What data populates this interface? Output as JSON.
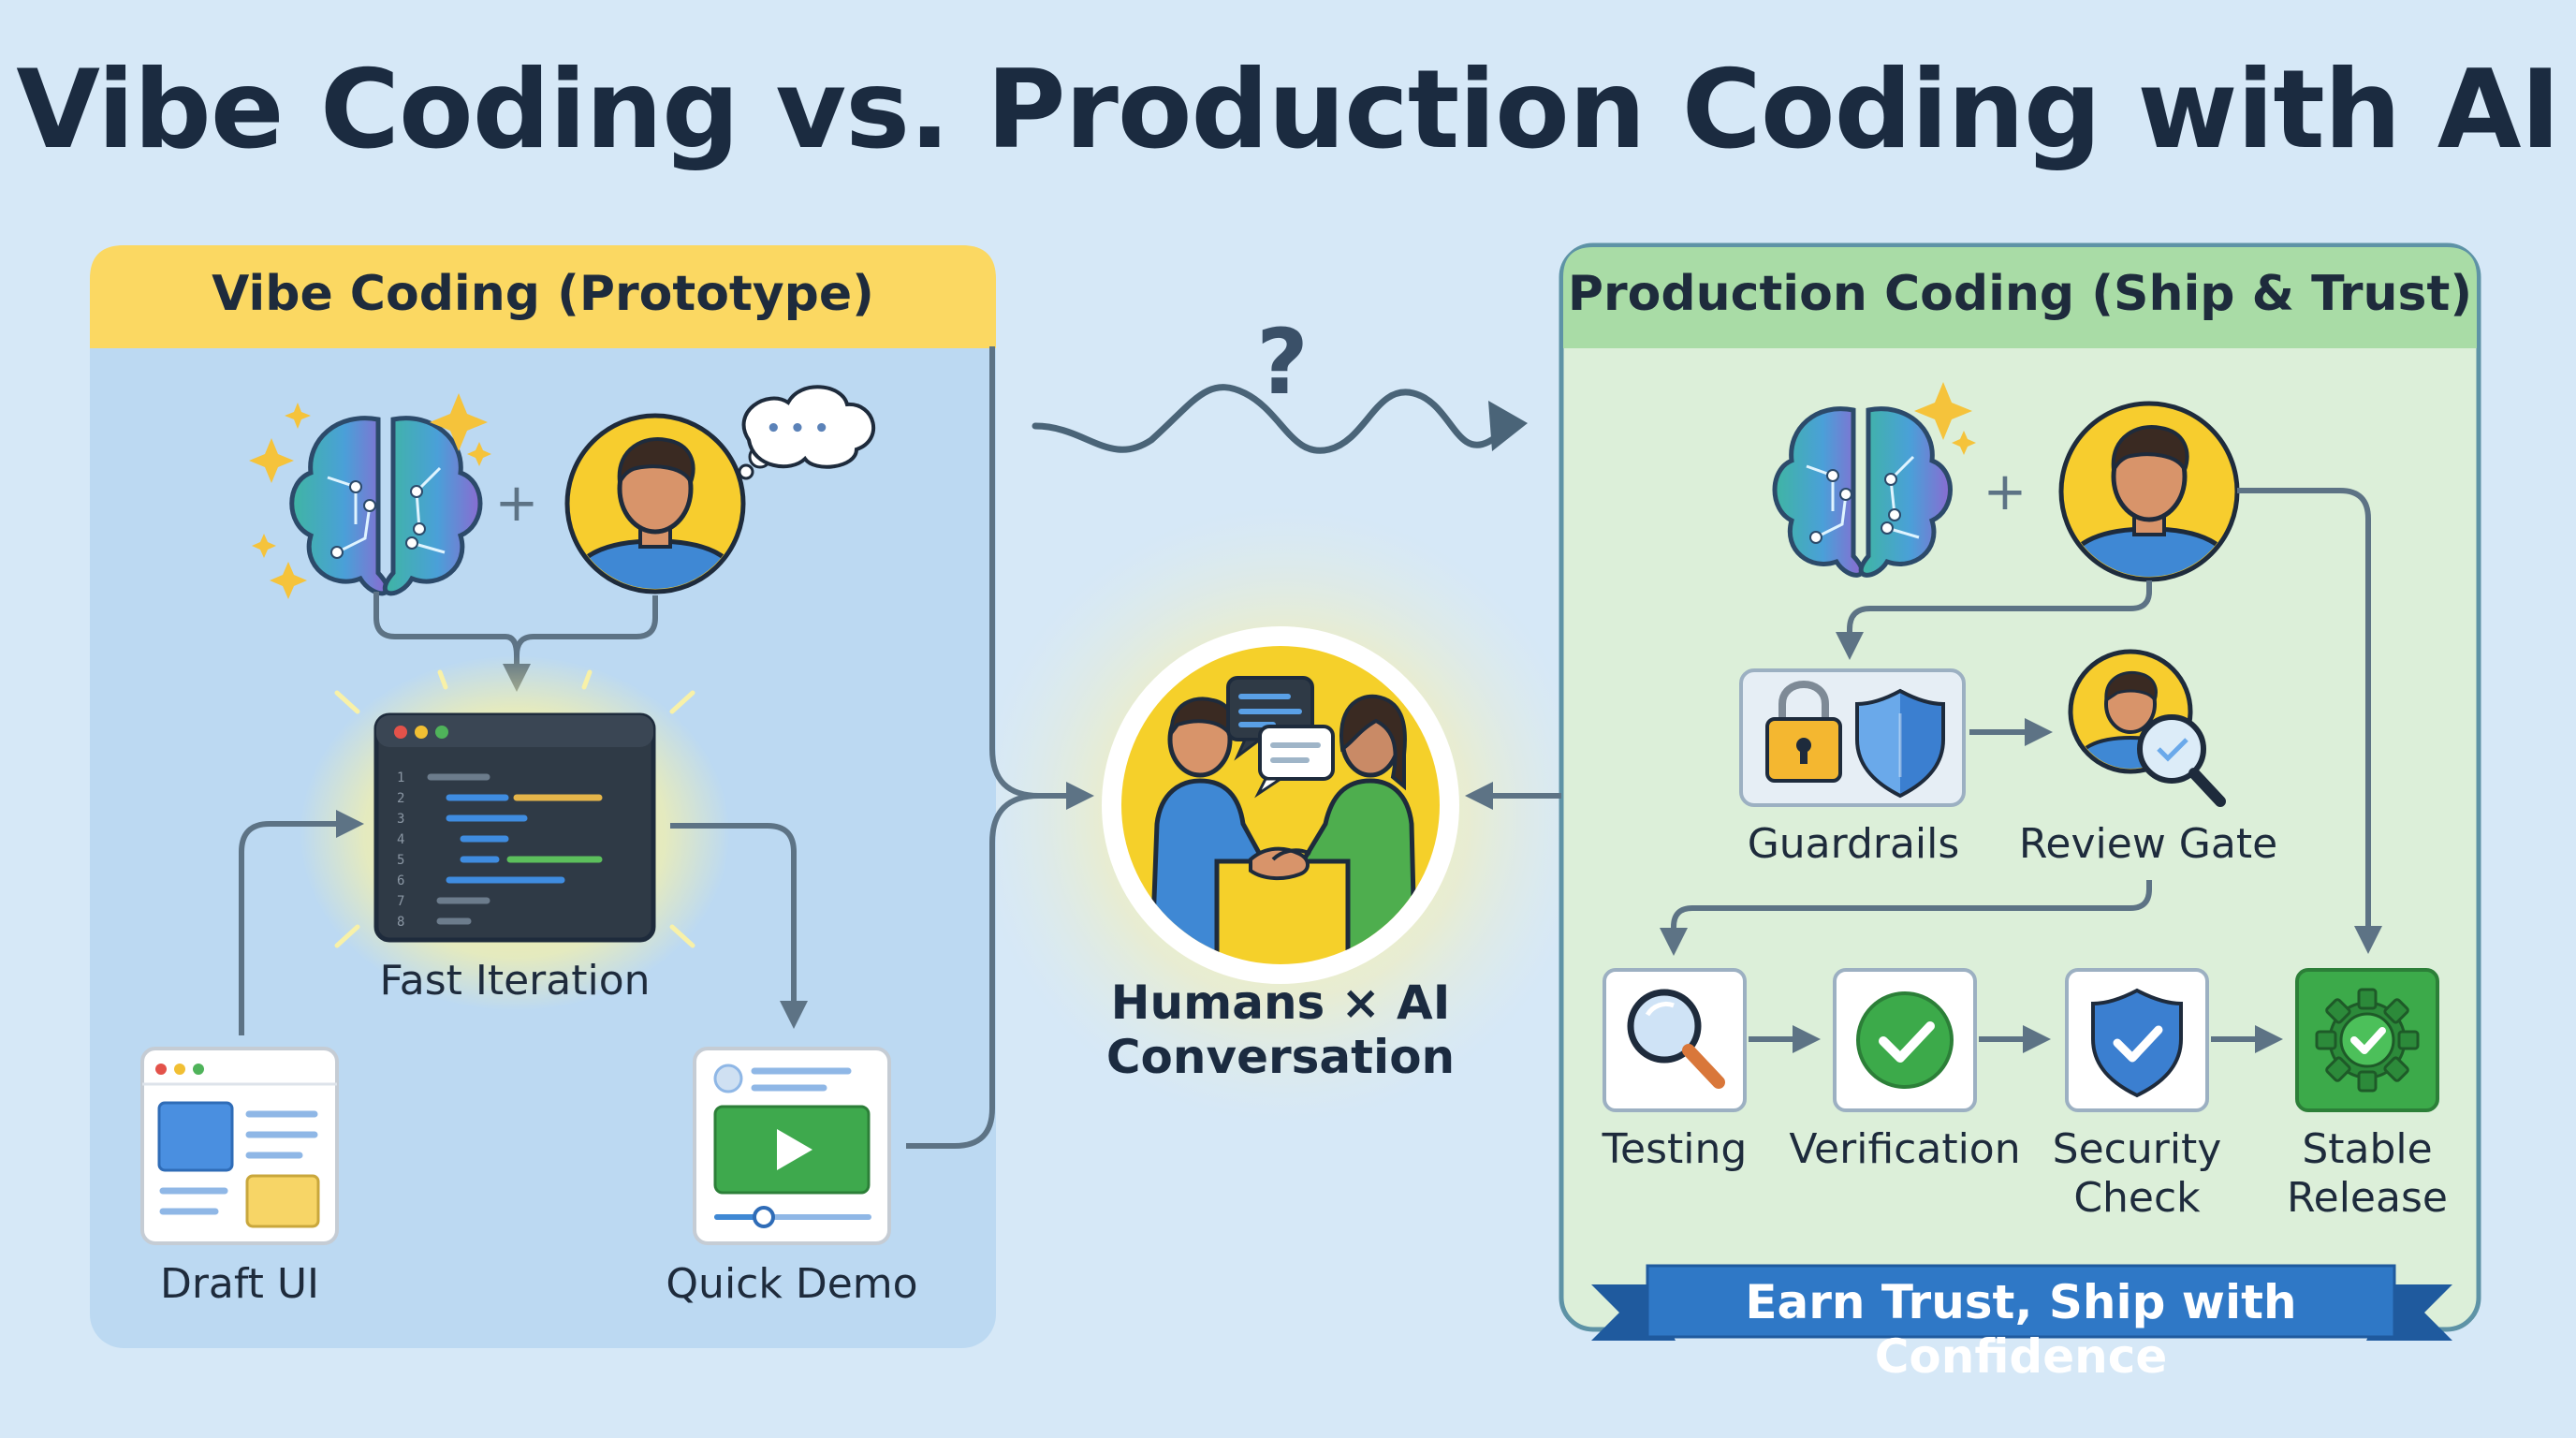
{
  "title": "Vibe Coding vs. Production Coding with AI",
  "vibe_panel": {
    "title": "Vibe Coding (Prototype)",
    "fast_iteration": "Fast Iteration",
    "draft_ui": "Draft UI",
    "quick_demo": "Quick Demo",
    "code_line_numbers": [
      "1",
      "2",
      "3",
      "4",
      "5",
      "6",
      "7",
      "8"
    ]
  },
  "center": {
    "question_mark": "?",
    "line1": "Humans × AI",
    "line2": "Conversation"
  },
  "production_panel": {
    "title": "Production Coding (Ship & Trust)",
    "guardrails": "Guardrails",
    "review_gate": "Review Gate",
    "testing": "Testing",
    "verification": "Verification",
    "security_check_1": "Security",
    "security_check_2": "Check",
    "stable_release_1": "Stable",
    "stable_release_2": "Release",
    "banner": "Earn Trust, Ship with Confidence"
  },
  "symbols": {
    "plus": "+",
    "thought_dots": "• • •"
  },
  "colors": {
    "background": "#d6e8f7",
    "vibe_header": "#fbd862",
    "vibe_panel": "#bcd9f2",
    "prod_header": "#a9dca6",
    "prod_panel": "#dcefd9",
    "prod_border": "#5e93a6",
    "arrow": "#5d7385",
    "avatar_yellow": "#f7cd2e",
    "blue_shirt": "#3f88d4",
    "green_check": "#3caa4a",
    "banner_blue": "#2f78c6"
  }
}
